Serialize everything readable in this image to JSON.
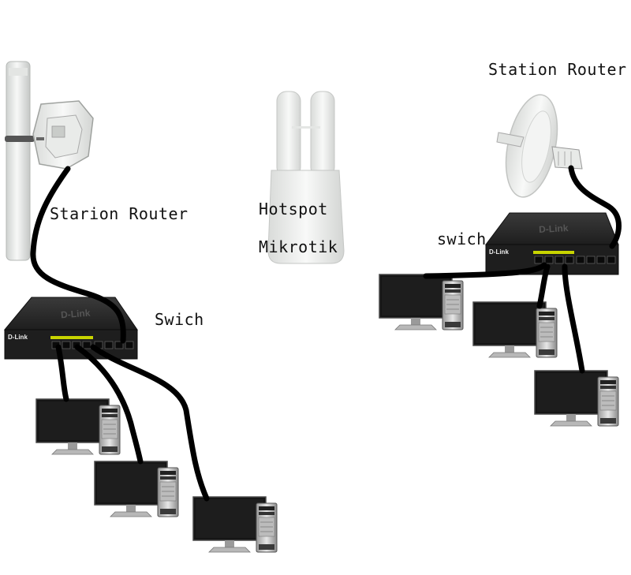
{
  "labels": {
    "left_router": "Starion Router",
    "left_switch": "Swich",
    "hotspot_line1": "Hotspot",
    "hotspot_line2": "Mikrotik",
    "right_router": "Station Router",
    "right_switch": "swich"
  },
  "switch_brand": "D-Link",
  "device_icons": {
    "left_router": "sector-antenna-router",
    "hotspot": "dual-antenna-access-point",
    "right_router": "dish-station-router",
    "switches": "network-switch",
    "computers": "desktop-computer"
  },
  "colors": {
    "cable": "#000000",
    "switch_body": "#1c1c1c",
    "switch_port_led": "#c8d400",
    "monitor": "#141414",
    "device_white": "#eef0ee"
  }
}
